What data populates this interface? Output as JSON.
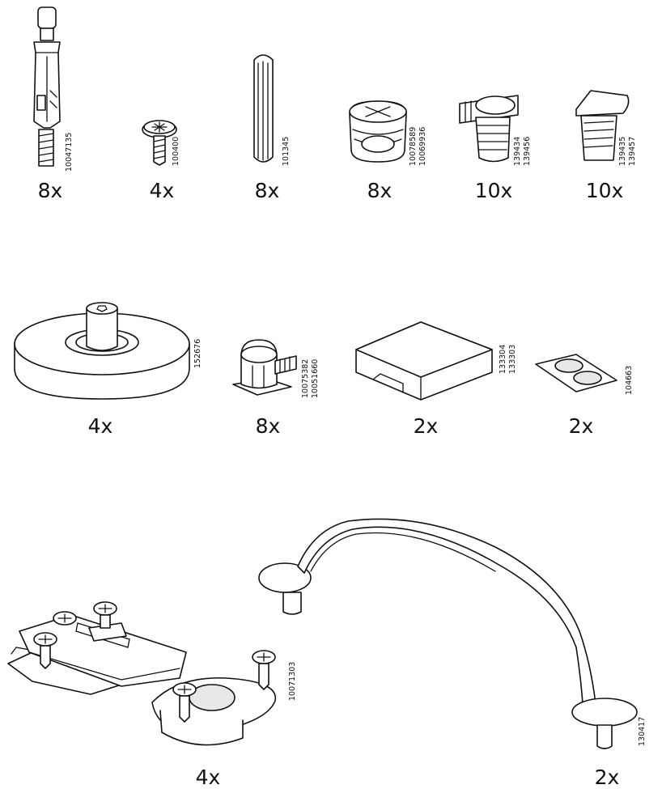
{
  "parts": [
    {
      "id": "cam-bolt",
      "icon": "cam-bolt-icon",
      "codes": [
        "10047135"
      ],
      "quantity": "8x"
    },
    {
      "id": "screw",
      "icon": "screw-icon",
      "codes": [
        "100400"
      ],
      "quantity": "4x"
    },
    {
      "id": "wood-dowel",
      "icon": "wood-dowel-icon",
      "codes": [
        "101345"
      ],
      "quantity": "8x"
    },
    {
      "id": "cam-lock",
      "icon": "cam-lock-icon",
      "codes": [
        "10078589",
        "10069936"
      ],
      "quantity": "8x"
    },
    {
      "id": "shelf-support-a",
      "icon": "shelf-support-icon",
      "codes": [
        "139434",
        "139456"
      ],
      "quantity": "10x"
    },
    {
      "id": "shelf-support-b",
      "icon": "shelf-support-icon",
      "codes": [
        "139435",
        "139457"
      ],
      "quantity": "10x"
    },
    {
      "id": "round-foot",
      "icon": "round-foot-icon",
      "codes": [
        "152676"
      ],
      "quantity": "4x"
    },
    {
      "id": "hinge-dowel",
      "icon": "hinge-dowel-icon",
      "codes": [
        "10075382",
        "10051660"
      ],
      "quantity": "8x"
    },
    {
      "id": "square-block",
      "icon": "square-block-icon",
      "codes": [
        "133304",
        "133303"
      ],
      "quantity": "2x"
    },
    {
      "id": "bumper-pads",
      "icon": "bumper-pads-icon",
      "codes": [
        "104663"
      ],
      "quantity": "2x"
    },
    {
      "id": "cabinet-hinge",
      "icon": "cabinet-hinge-icon",
      "codes": [
        "10071303"
      ],
      "quantity": "4x"
    },
    {
      "id": "handle",
      "icon": "handle-icon",
      "codes": [
        "130417"
      ],
      "quantity": "2x"
    }
  ]
}
